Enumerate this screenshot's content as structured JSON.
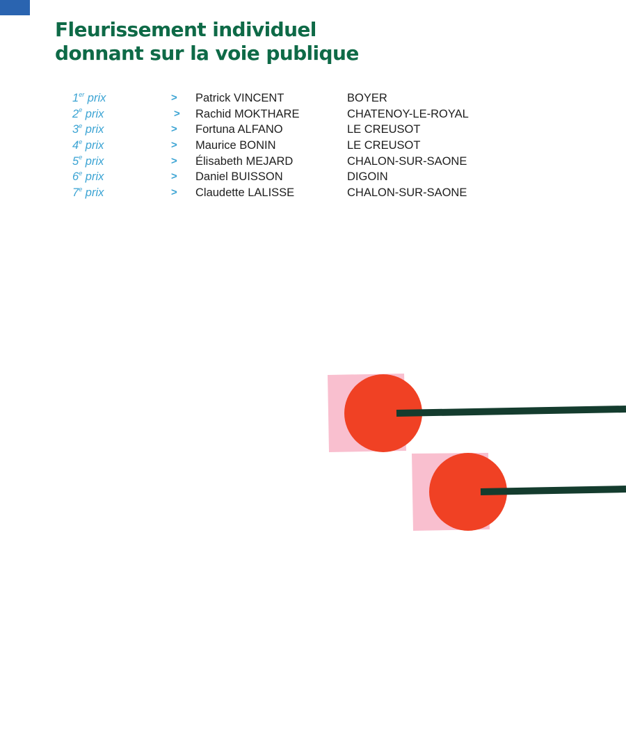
{
  "header": {
    "title_line1": "Fleurissement individuel",
    "title_line2": "donnant sur la voie publique"
  },
  "prizes": [
    {
      "rank_num": "1",
      "rank_sup": "er",
      "rank_word": "prix",
      "arrow": ">",
      "name": "Patrick VINCENT",
      "town": "BOYER"
    },
    {
      "rank_num": "2",
      "rank_sup": "e",
      "rank_word": "prix",
      "arrow": ">",
      "name": "Rachid MOKTHARE",
      "town": "CHATENOY-LE-ROYAL"
    },
    {
      "rank_num": "3",
      "rank_sup": "e",
      "rank_word": "prix",
      "arrow": ">",
      "name": "Fortuna ALFANO",
      "town": "LE CREUSOT"
    },
    {
      "rank_num": "4",
      "rank_sup": "e",
      "rank_word": "prix",
      "arrow": ">",
      "name": "Maurice BONIN",
      "town": "LE CREUSOT"
    },
    {
      "rank_num": "5",
      "rank_sup": "e",
      "rank_word": "prix",
      "arrow": ">",
      "name": "Élisabeth MEJARD",
      "town": "CHALON-SUR-SAONE"
    },
    {
      "rank_num": "6",
      "rank_sup": "e",
      "rank_word": "prix",
      "arrow": ">",
      "name": "Daniel BUISSON",
      "town": "DIGOIN"
    },
    {
      "rank_num": "7",
      "rank_sup": "e",
      "rank_word": "prix",
      "arrow": ">",
      "name": "Claudette LALISSE",
      "town": "CHALON-SUR-SAONE"
    }
  ],
  "colors": {
    "title": "#0e6a47",
    "rank": "#3aa3d3",
    "text": "#1e1e1e",
    "corner_tab": "#2a64b0",
    "flower_square": "#f9bfcf",
    "flower_circle": "#f04124",
    "flower_stem": "#143c2e"
  }
}
